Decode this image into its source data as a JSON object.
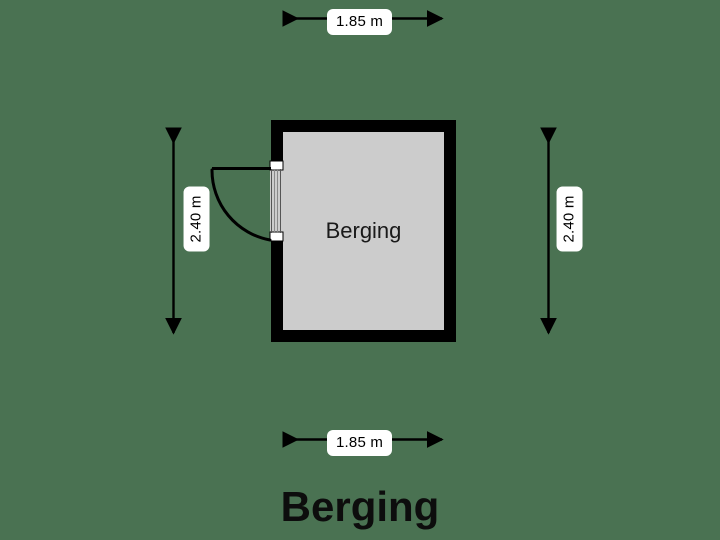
{
  "plan": {
    "title": "Berging",
    "background_color": "#4a7252",
    "wall_color": "#000000",
    "room_fill_color": "#cccccc",
    "dimension_color": "#000000",
    "label_chip_color": "#ffffff"
  },
  "room": {
    "name": "Berging",
    "width_label": "1.85 m",
    "height_label": "2.40 m"
  },
  "dimensions": {
    "top": {
      "value": "1.85 m",
      "orientation": "horizontal"
    },
    "bottom": {
      "value": "1.85 m",
      "orientation": "horizontal"
    },
    "left": {
      "value": "2.40 m",
      "orientation": "vertical"
    },
    "right": {
      "value": "2.40 m",
      "orientation": "vertical"
    }
  },
  "door": {
    "name": "door-swing",
    "wall": "left",
    "swing_direction": "outward-left"
  }
}
